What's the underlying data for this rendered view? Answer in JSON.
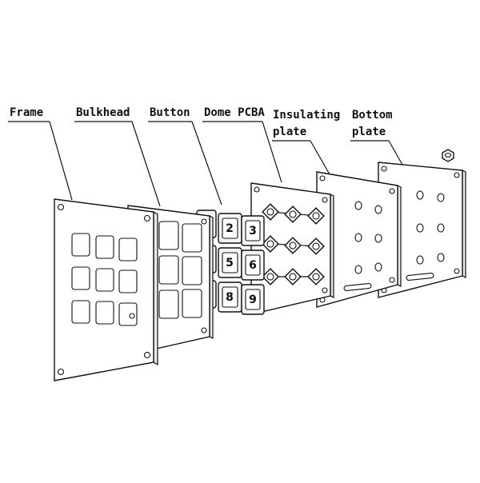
{
  "labels": {
    "frame": "Frame",
    "bulkhead": "Bulkhead",
    "button": "Button",
    "dome_pcba": "Dome PCBA",
    "insulating_plate_line1": "Insulating",
    "insulating_plate_line2": "plate",
    "bottom_plate_line1": "Bottom",
    "bottom_plate_line2": "plate"
  },
  "button_digits": [
    "2",
    "3",
    "5",
    "6",
    "8",
    "9"
  ]
}
